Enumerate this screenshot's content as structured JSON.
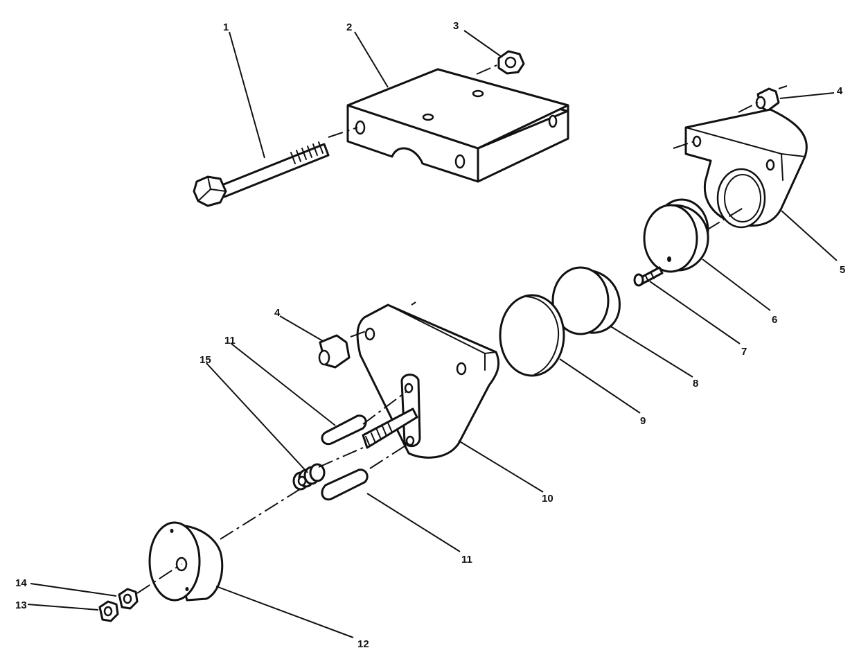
{
  "callouts": [
    {
      "id": "1",
      "text": "1"
    },
    {
      "id": "2",
      "text": "2"
    },
    {
      "id": "3",
      "text": "3"
    },
    {
      "id": "4a",
      "text": "4"
    },
    {
      "id": "4b",
      "text": "4"
    },
    {
      "id": "5",
      "text": "5"
    },
    {
      "id": "6",
      "text": "6"
    },
    {
      "id": "7",
      "text": "7"
    },
    {
      "id": "8",
      "text": "8"
    },
    {
      "id": "9",
      "text": "9"
    },
    {
      "id": "10",
      "text": "10"
    },
    {
      "id": "11a",
      "text": "11"
    },
    {
      "id": "11b",
      "text": "11"
    },
    {
      "id": "12",
      "text": "12"
    },
    {
      "id": "13",
      "text": "13"
    },
    {
      "id": "14",
      "text": "14"
    },
    {
      "id": "15",
      "text": "15"
    }
  ],
  "colors": {
    "ink": "#111111",
    "paper": "#ffffff"
  }
}
